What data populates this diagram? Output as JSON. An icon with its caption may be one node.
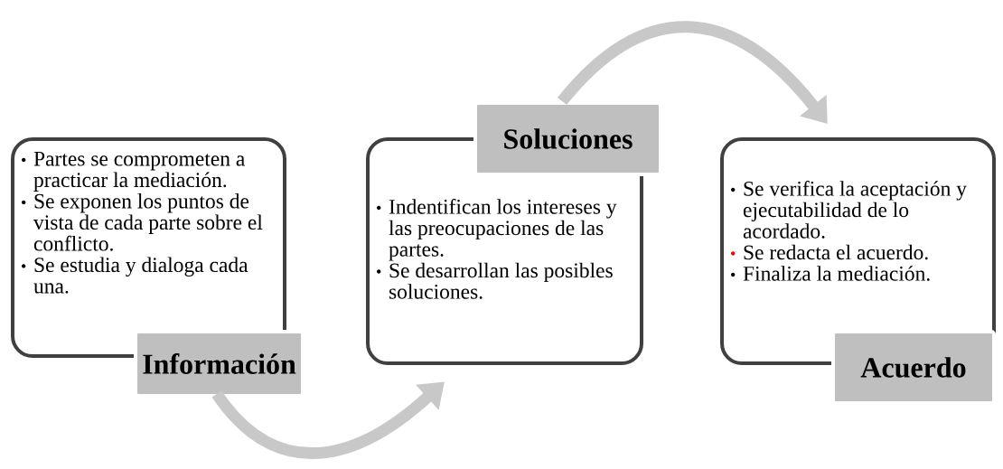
{
  "diagram": {
    "nodes": [
      {
        "text": [
          "Partes se comprometen a practicar la mediación.",
          "Se exponen los puntos de vista de cada parte sobre el conflicto.",
          "Se estudia y dialoga cada una."
        ]
      },
      {
        "text": [
          "Información"
        ]
      },
      {
        "text": [
          "Indentifican los intereses y las preocupaciones de las partes.",
          "Se desarrollan las posibles soluciones."
        ]
      },
      {
        "text": [
          "Soluciones"
        ]
      },
      {
        "text": [
          "Se verifica la aceptación y ejecutabilidad de lo acordado.",
          "Se redacta el acuerdo.",
          "Finaliza la mediación."
        ]
      },
      {
        "text": [
          "Acuerdo"
        ]
      }
    ],
    "edges": [
      {
        "from": 1,
        "to": 2,
        "arrow": "to"
      },
      {
        "from": 3,
        "to": 4,
        "arrow": "to"
      }
    ]
  }
}
